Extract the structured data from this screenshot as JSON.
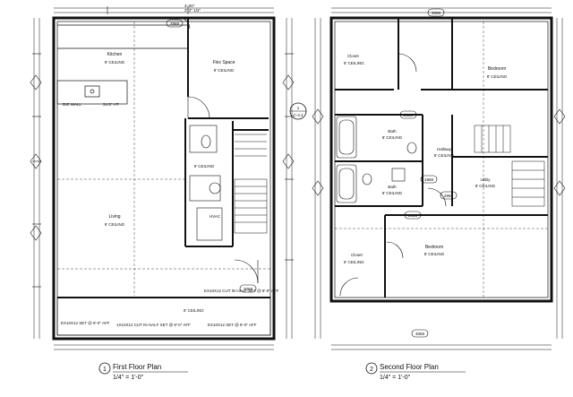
{
  "plans": [
    {
      "number": "1",
      "title": "First Floor Plan",
      "scale": "1/4\" = 1'-0\""
    },
    {
      "number": "2",
      "title": "Second Floor Plan",
      "scale": "1/4\" = 1'-0\""
    }
  ],
  "first_floor": {
    "rooms": {
      "kitchen": {
        "name": "Kitchen",
        "ceiling": "9' CEILING"
      },
      "flex": {
        "name": "Flex Space",
        "ceiling": "9' CEILING"
      },
      "living": {
        "name": "Living",
        "ceiling": "9' CEILING"
      },
      "hvac": {
        "name": "HVAC"
      },
      "closet_ceiling": "9' CEILING"
    },
    "notes": {
      "die_wall": "DIE WALL",
      "height_34": "34.5\" HT",
      "dim_top": "4'-00\"",
      "dim_top2": "3'-2\" 1/2\"",
      "exterior_1": "EX10X12 CUT IN HALF SET @ 8'-0\" AFF",
      "exterior_2": "EX10X12 SET @ 8'-0\" AFF",
      "exterior_3": "1X10X12 CUT IN HALF SET @ 8'-0\" AFF",
      "exterior_4": "EX10X12 SET @ 8'-0\" AFF",
      "ceiling_bottom": "8' CEILING"
    },
    "tags": [
      "2868",
      "3068"
    ],
    "section_mark": {
      "number": "1",
      "sheet": "C-3.2"
    }
  },
  "second_floor": {
    "rooms": {
      "closet_top": {
        "name": "Closet",
        "ceiling": "8' CEILING"
      },
      "bedroom_top": {
        "name": "Bedroom",
        "ceiling": "8' CEILING"
      },
      "bath1": {
        "name": "Bath",
        "ceiling": "8' CEILING"
      },
      "bath2": {
        "name": "Bath",
        "ceiling": "8' CEILING"
      },
      "hallway": {
        "name": "Hallway",
        "ceiling": "8' CEILING"
      },
      "utility": {
        "name": "Utility",
        "ceiling": "8' CEILING"
      },
      "bedroom_bottom": {
        "name": "Bedroom",
        "ceiling": "8' CEILING"
      },
      "closet_bottom": {
        "name": "Closet",
        "ceiling": "8' CEILING"
      }
    },
    "tags": [
      "3068",
      "2868",
      "2868",
      "2868",
      "2868",
      "3068"
    ]
  }
}
